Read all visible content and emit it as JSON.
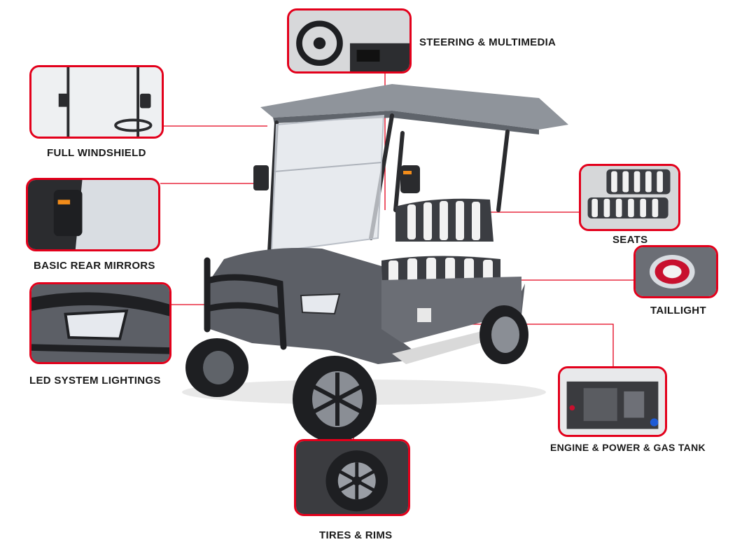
{
  "colors": {
    "accent": "#e3001b",
    "cart_body": "#5c5f66",
    "roof": "#8f949b",
    "seat_white": "#f2f2f2",
    "seat_dark": "#3b3d42",
    "tire": "#1e1f22"
  },
  "features": {
    "steering": {
      "label": "STEERING & MULTIMEDIA"
    },
    "windshield": {
      "label": "FULL WINDSHIELD"
    },
    "mirrors": {
      "label": "BASIC REAR MIRRORS"
    },
    "lights": {
      "label": "LED SYSTEM LIGHTINGS"
    },
    "seats": {
      "label": "SEATS"
    },
    "taillight": {
      "label": "TAILLIGHT"
    },
    "engine": {
      "label": "ENGINE & POWER & GAS TANK"
    },
    "tires": {
      "label": "TIRES & RIMS"
    }
  }
}
